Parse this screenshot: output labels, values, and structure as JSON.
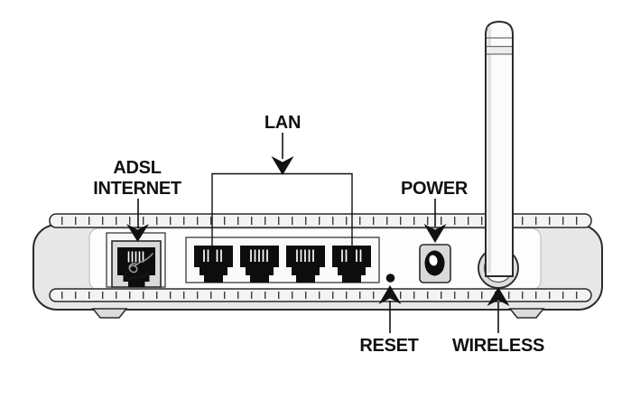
{
  "labels": {
    "adsl_line1": "ADSL",
    "adsl_line2": "INTERNET",
    "lan": "LAN",
    "power": "POWER",
    "reset": "RESET",
    "wireless": "WIRELESS"
  },
  "diagram": {
    "type": "hardware-rear-panel-illustration",
    "lan_port_count": 4,
    "components": [
      "adsl-internet-port",
      "lan-port-1",
      "lan-port-2",
      "lan-port-3",
      "lan-port-4",
      "reset-button",
      "power-jack",
      "wireless-antenna"
    ]
  },
  "colors": {
    "background": "#ffffff",
    "outline": "#2a2a2a",
    "annotation": "#111111",
    "body_gray": "#e7e7e7",
    "ridge_gray": "#f3f3f3",
    "face_white": "#fdfdfd",
    "recess_gray": "#d9d9d9",
    "port_black": "#0d0d0d",
    "antenna_white": "#fbfbfb"
  }
}
